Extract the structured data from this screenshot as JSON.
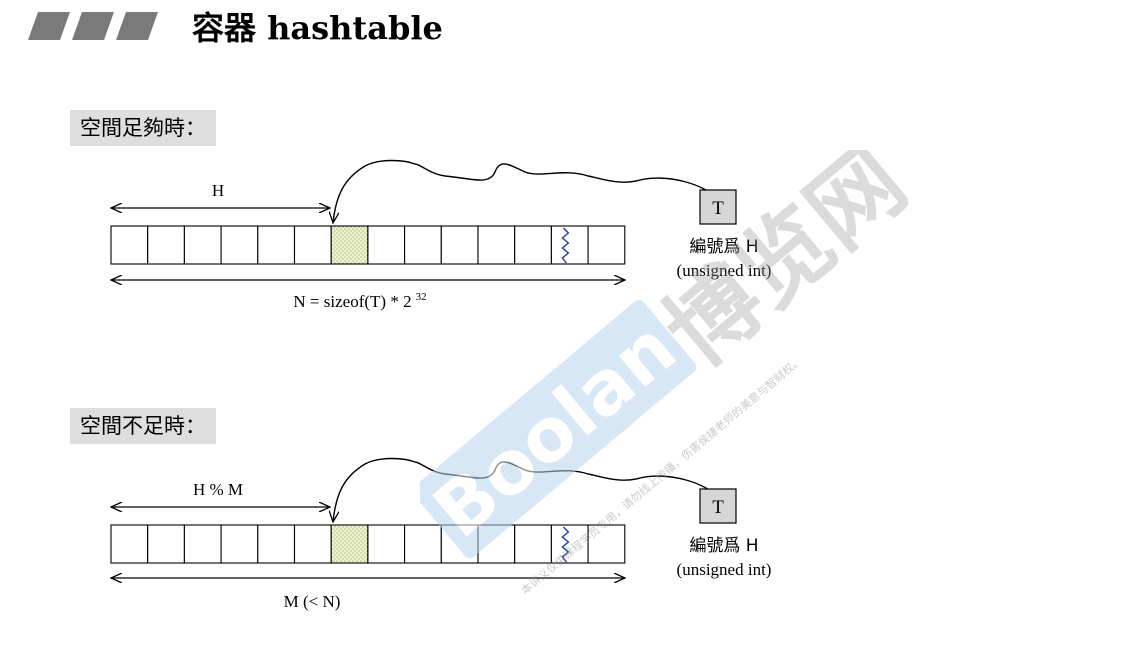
{
  "title": "容器 hashtable",
  "section1": {
    "label": "空間足夠時：",
    "h_label": "H",
    "n_label": "N = sizeof(T) * 2",
    "n_exponent": "32",
    "t_label": "T",
    "id_label": "編號爲 H",
    "id_type": "(unsigned int)",
    "slot_count": 14,
    "highlight_index": 6,
    "break_index": 12
  },
  "section2": {
    "label": "空間不足時：",
    "h_label": "H % M",
    "m_label": "M (< N)",
    "t_label": "T",
    "id_label": "編號爲 H",
    "id_type": "(unsigned int)",
    "slot_count": 14,
    "highlight_index": 6,
    "break_index": 12
  },
  "watermark": {
    "logo_text": "Boolan",
    "cn_text": "博览网",
    "small_text": "本讲义仅供课程学员专用，请勿线上传播，伤害侯捷老师的美意与智财权。"
  },
  "colors": {
    "header_bar": "#7a7a7a",
    "label_bg": "#dedede",
    "highlight_fill": "#e9efcf",
    "t_box_fill": "#d6d6d6",
    "break_line": "#1f3f9f"
  }
}
